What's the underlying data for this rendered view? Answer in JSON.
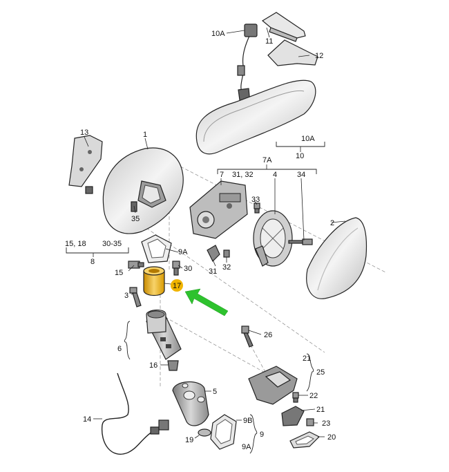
{
  "labels": {
    "p1": "1",
    "p2": "2",
    "p3": "3",
    "p4": "4",
    "p5": "5",
    "p6": "6",
    "p7": "7",
    "p7A": "7A",
    "p8": "8",
    "p9": "9",
    "p9A_top": "9A",
    "p9A_bottom": "9A",
    "p9B": "9B",
    "p10": "10",
    "p10A_top": "10A",
    "p10A_mid": "10A",
    "p11": "11",
    "p12": "12",
    "p13": "13",
    "p14": "14",
    "p15": "15",
    "p15_18": "15, 18",
    "p16": "16",
    "p17": "17",
    "p19": "19",
    "p20": "20",
    "p21_a": "21",
    "p21_b": "21",
    "p22": "22",
    "p23": "23",
    "p25": "25",
    "p26": "26",
    "p30": "30",
    "p30_35": "30-35",
    "p31": "31",
    "p31_32": "31, 32",
    "p32": "32",
    "p33": "33",
    "p34": "34",
    "p35": "35"
  },
  "colors": {
    "highlight": "#f0b400",
    "highlight_light": "#f7d36a",
    "arrow": "#2ec22e",
    "part_fill": "#e6e6e6",
    "part_dark": "#9a9a9a",
    "glass": "#dcdcdc"
  }
}
